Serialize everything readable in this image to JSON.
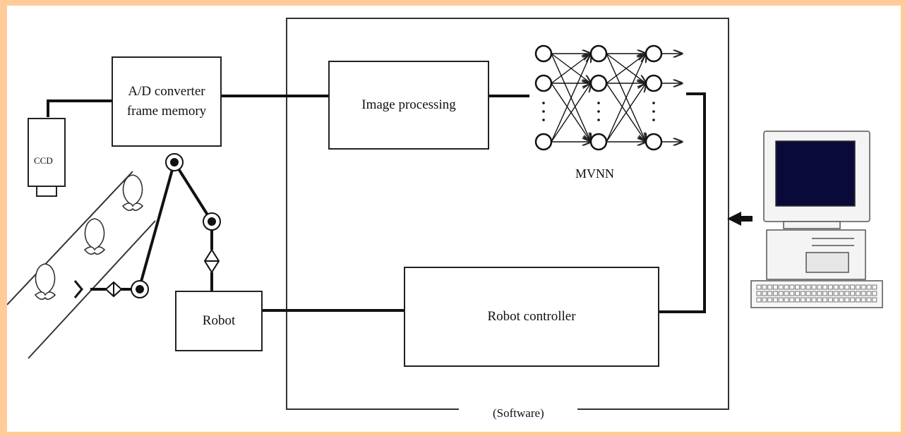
{
  "diagram": {
    "ccd_label": "CCD",
    "ad_line1": "A/D converter",
    "ad_line2": "frame memory",
    "image_processing": "Image processing",
    "mvnn_label": "MVNN",
    "robot_label": "Robot",
    "robot_controller": "Robot controller",
    "software_label": "(Software)"
  },
  "colors": {
    "page_border": "#ffcc99",
    "line": "#222222",
    "monitor_screen": "#0a0a3a"
  },
  "icons": [
    "ccd-camera-icon",
    "strawberry-icon",
    "robot-arm-joint-icon",
    "computer-icon",
    "arrow-left-icon"
  ]
}
